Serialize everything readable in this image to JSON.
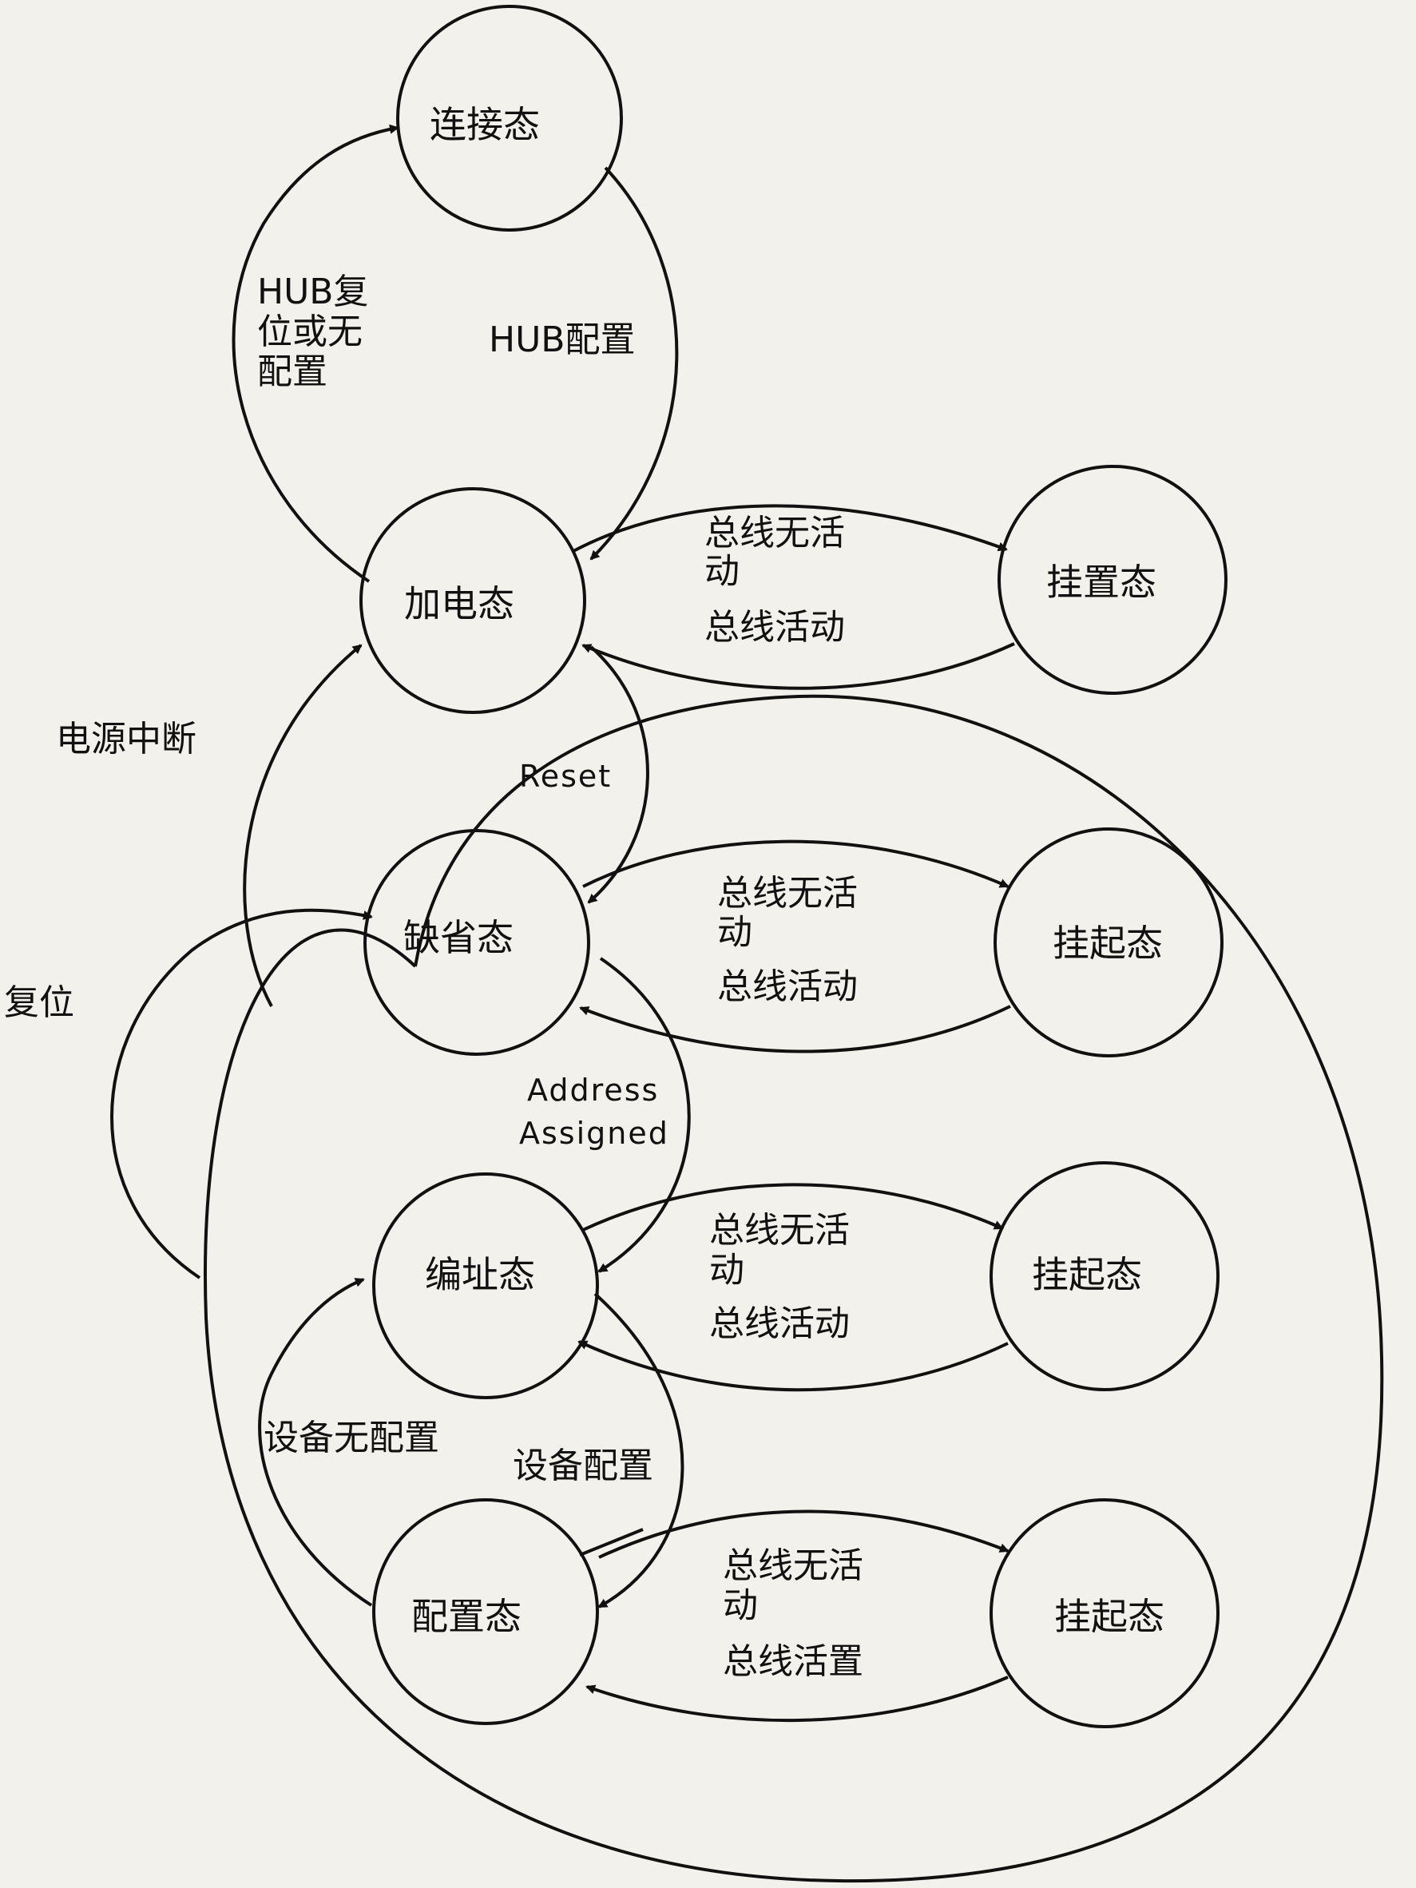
{
  "diagram": {
    "type": "state-diagram",
    "states": {
      "attached": "连接态",
      "powered": "加电态",
      "suspended_powered": "挂置态",
      "default": "缺省态",
      "suspended_default": "挂起态",
      "address": "编址态",
      "suspended_address": "挂起态",
      "configured": "配置态",
      "suspended_configured": "挂起态"
    },
    "edges": {
      "hub_reset_line1": "HUB复",
      "hub_reset_line2": "位或无",
      "hub_reset_line3": "配置",
      "hub_configured": "HUB配置",
      "powered_bus_inactive_line1": "总线无活",
      "powered_bus_inactive_line2": "动",
      "powered_bus_active": "总线活动",
      "power_interruption": "电源中断",
      "reset_en": "Reset",
      "default_bus_inactive_line1": "总线无活",
      "default_bus_inactive_line2": "动",
      "default_bus_active": "总线活动",
      "reset_cn": "复位",
      "address_assigned_line1": "Address",
      "address_assigned_line2": "Assigned",
      "address_bus_inactive_line1": "总线无活",
      "address_bus_inactive_line2": "动",
      "address_bus_active": "总线活动",
      "device_deconfigured": "设备无配置",
      "device_configured": "设备配置",
      "configured_bus_inactive_line1": "总线无活",
      "configured_bus_inactive_line2": "动",
      "configured_bus_active": "总线活置"
    }
  }
}
